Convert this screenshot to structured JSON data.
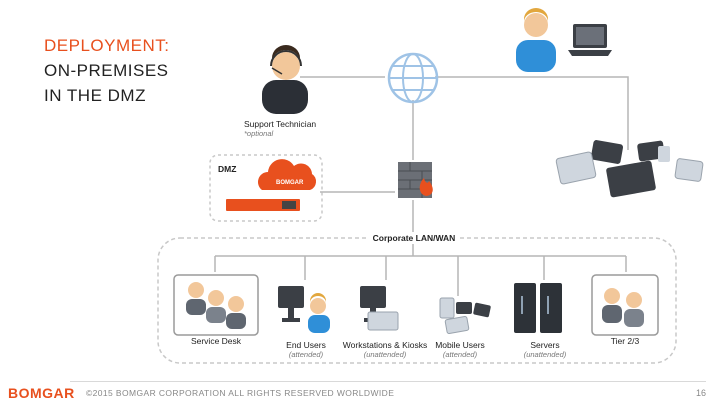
{
  "title": {
    "line1": "DEPLOYMENT:",
    "line2": "ON-PREMISES",
    "line3": "IN THE DMZ"
  },
  "nodes": {
    "support_technician": {
      "label": "Support Technician",
      "sub": "*optional"
    },
    "dmz": {
      "label": "DMZ",
      "appliance_brand": "BOMGAR"
    },
    "network": {
      "label": "Corporate LAN/WAN"
    },
    "service_desk": {
      "label": "Service Desk"
    },
    "end_users": {
      "label": "End Users",
      "sub": "(attended)"
    },
    "workstations": {
      "label": "Workstations & Kiosks",
      "sub": "(unattended)"
    },
    "mobile_users": {
      "label": "Mobile Users",
      "sub": "(attended)"
    },
    "servers": {
      "label": "Servers",
      "sub": "(unattended)"
    },
    "tier": {
      "label": "Tier 2/3"
    }
  },
  "footer": {
    "logo": "BOMGAR",
    "copyright": "©2015 BOMGAR CORPORATION ALL RIGHTS RESERVED WORLDWIDE",
    "page": "16"
  },
  "colors": {
    "accent": "#e8501e",
    "line": "#b5b5b5",
    "icon_blue": "#9fc3e6",
    "device_dark": "#3b3f45"
  }
}
